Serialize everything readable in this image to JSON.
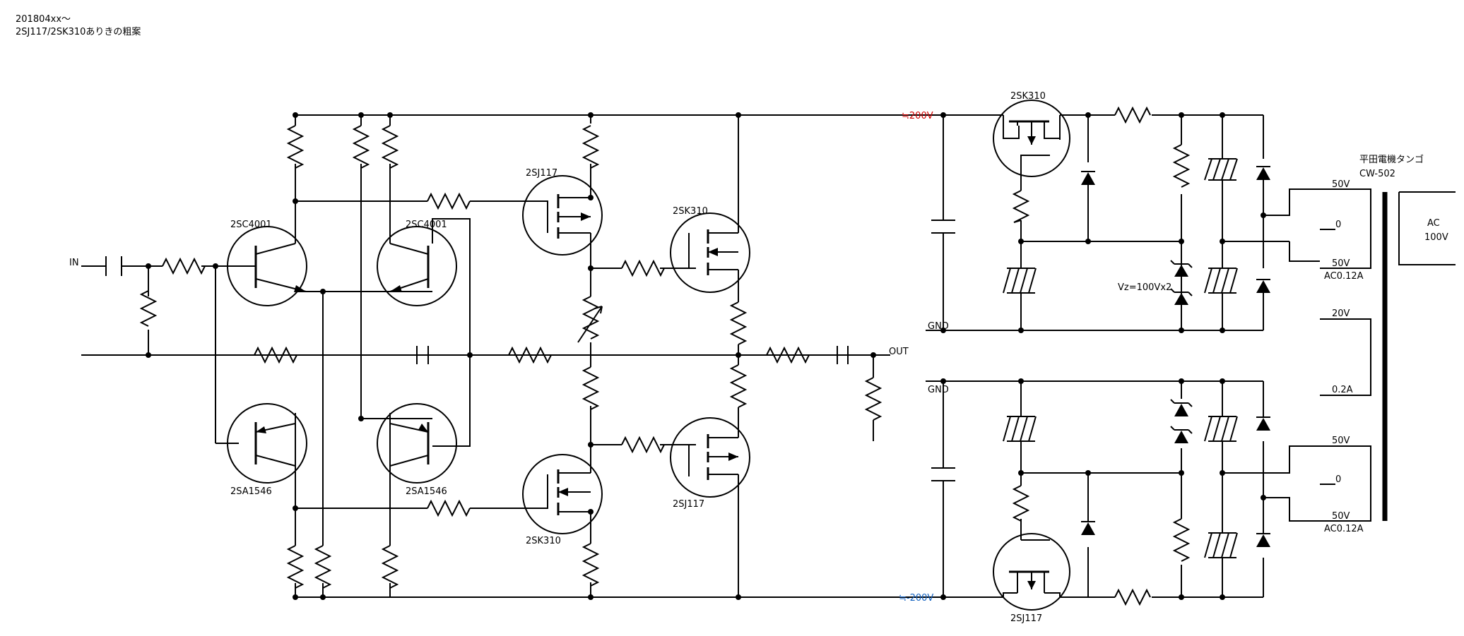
{
  "header": {
    "date": "201804xx～",
    "title": "2SJ117/2SK310ありきの粗案"
  },
  "colors": {
    "positive_rail": "#d00000",
    "negative_rail": "#1060c0",
    "ink": "#000000"
  },
  "amp": {
    "in_label": "IN",
    "out_label": "OUT",
    "q1": "2SC4001",
    "q2": "2SC4001",
    "q3": "2SA1546",
    "q4": "2SA1546",
    "fet_top_drive": "2SJ117",
    "fet_top_out": "2SK310",
    "fet_bot_drive": "2SK310",
    "fet_bot_out": "2SJ117"
  },
  "rails": {
    "positive": "≒200V",
    "negative": "≒-200V"
  },
  "psu_pos": {
    "fet": "2SK310",
    "gnd": "GND",
    "zener_label": "Vz=100Vx2"
  },
  "psu_neg": {
    "fet": "2SJ117",
    "gnd": "GND"
  },
  "transformer": {
    "maker": "平田電機タンゴ",
    "model": "CW-502",
    "primary": "AC",
    "primary_v": "100V",
    "sec1_top": "50V",
    "sec1_mid": "0",
    "sec1_bot": "50V",
    "sec1_current": "AC0.12A",
    "sec2_top": "20V",
    "sec2_bot": "0.2A",
    "sec3_top": "50V",
    "sec3_mid": "0",
    "sec3_bot": "50V",
    "sec3_current": "AC0.12A"
  }
}
